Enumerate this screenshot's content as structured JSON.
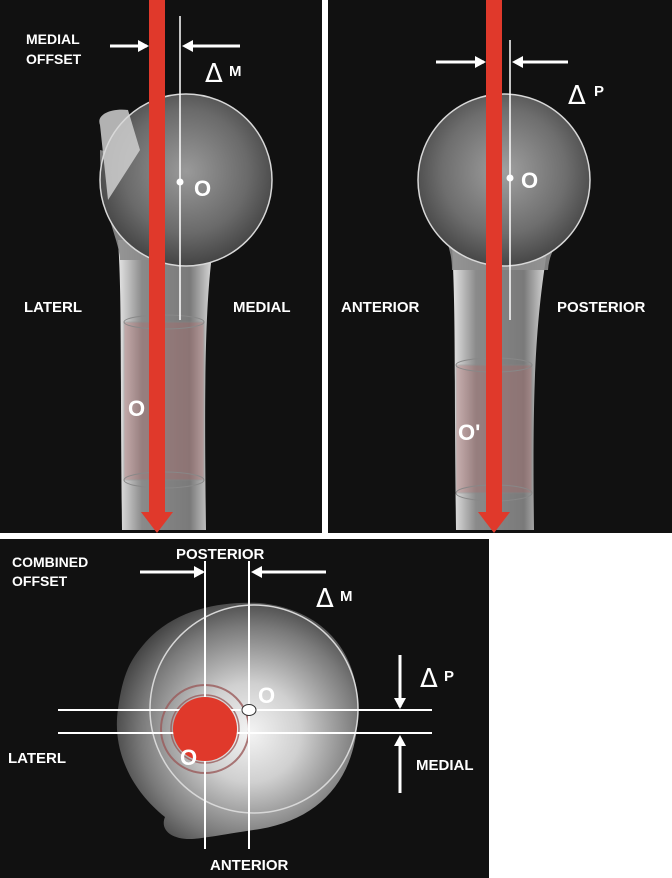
{
  "top_left": {
    "offset_label_line1": "MEDIAL",
    "offset_label_line2": "OFFSET",
    "delta_symbol": "Δ",
    "delta_sub": "M",
    "side_left": "LATERL",
    "side_right": "MEDIAL",
    "center_mark": "O",
    "shaft_mark": "O"
  },
  "top_right": {
    "delta_symbol": "Δ",
    "delta_sub": "P",
    "side_left": "ANTERIOR",
    "side_right": "POSTERIOR",
    "center_mark": "O",
    "shaft_mark": "O'"
  },
  "bottom": {
    "offset_label_line1": "COMBINED",
    "offset_label_line2": "OFFSET",
    "top_label": "POSTERIOR",
    "bottom_label": "ANTERIOR",
    "left_label": "LATERL",
    "right_label": "MEDIAL",
    "delta_m_symbol": "Δ",
    "delta_m_sub": "M",
    "delta_p_symbol": "Δ",
    "delta_p_sub": "P",
    "center_mark": "O",
    "shaft_mark": "O"
  },
  "colors": {
    "axis_red": "#e0392b",
    "panel_bg": "#111111",
    "bone": "#d9d9d9"
  }
}
